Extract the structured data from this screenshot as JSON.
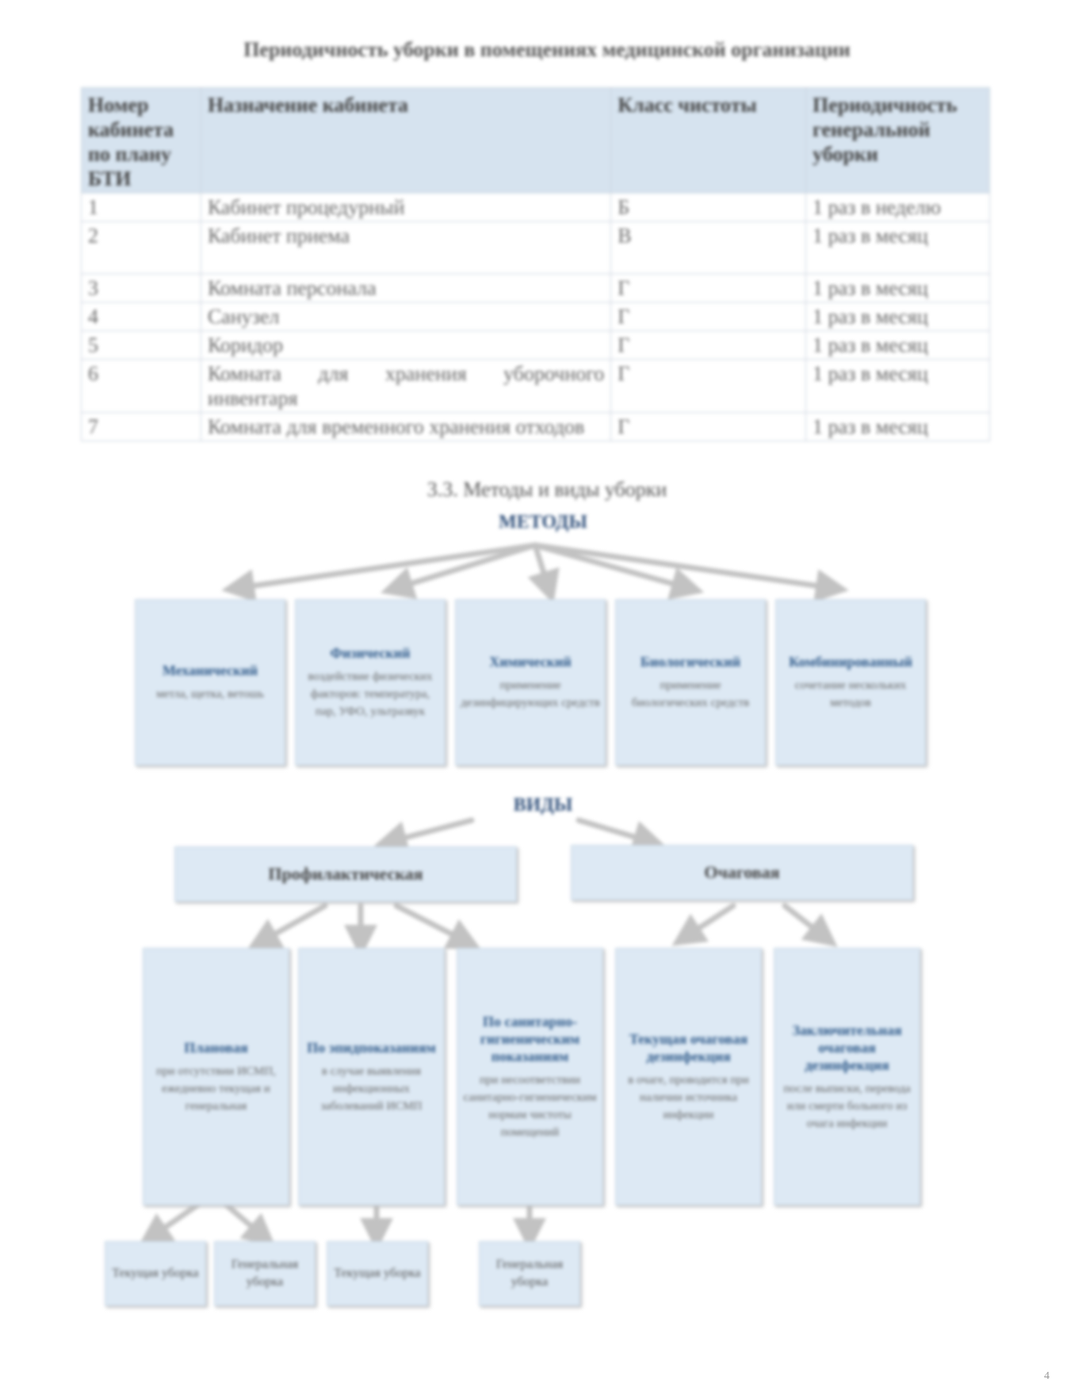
{
  "document": {
    "title": "Периодичность уборки в помещениях медицинской организации",
    "table": {
      "headers": [
        "Номер кабинета по плану БТИ",
        "Назначение кабинета",
        "Класс чистоты",
        "Периодичность генеральной уборки"
      ],
      "rows": [
        [
          "1",
          "Кабинет процедурный",
          "Б",
          "1 раз в неделю"
        ],
        [
          "2",
          "Кабинет приема",
          "В",
          "1 раз в месяц"
        ],
        [
          "3",
          "Комната персонала",
          "Г",
          "1 раз в месяц"
        ],
        [
          "4",
          "Санузел",
          "Г",
          "1 раз в месяц"
        ],
        [
          "5",
          "Коридор",
          "Г",
          "1 раз в месяц"
        ],
        [
          "6",
          "Комната для хранения уборочного инвентаря",
          "Г",
          "1 раз в месяц"
        ],
        [
          "7",
          "Комната для временного хранения отходов",
          "Г",
          "1 раз в месяц"
        ]
      ]
    },
    "section_title": "3.3. Методы и виды уборки",
    "methods": {
      "root_label": "МЕТОДЫ",
      "items": [
        {
          "title": "Механический",
          "text": "метла, щетка, ветошь"
        },
        {
          "title": "Физический",
          "text": "воздействие физических факторов: температура, пар, УФО, ультразвук"
        },
        {
          "title": "Химический",
          "text": "применение дезинфицирующих средств"
        },
        {
          "title": "Биологический",
          "text": "применение биологических средств"
        },
        {
          "title": "Комбинированный",
          "text": "сочетание нескольких методов"
        }
      ]
    },
    "types": {
      "root_label": "ВИДЫ",
      "groups": [
        {
          "label": "Профилактическая"
        },
        {
          "label": "Очаговая"
        }
      ],
      "items": [
        {
          "title": "Плановая",
          "text": "при отсутствии ИСМП, ежедневно текущая и генеральная"
        },
        {
          "title": "По эпидпоказаниям",
          "text": "в случае выявления инфекционных заболеваний ИСМП"
        },
        {
          "title": "По санитарно-гигиеническим показаниям",
          "text": "при несоответствии санитарно-гигиеническим нормам чистоты помещений"
        },
        {
          "title": "Текущая очаговая дезинфекция",
          "text": "в очаге, проводится при наличии источника инфекции"
        },
        {
          "title": "Заключительная очаговая дезинфекция",
          "text": "после выписки, перевода или смерти больного из очага инфекции"
        }
      ],
      "leaves": [
        {
          "label": "Текущая уборка"
        },
        {
          "label": "Генеральная уборка"
        },
        {
          "label": "Текущая уборка"
        },
        {
          "label": "Генеральная уборка"
        }
      ]
    },
    "page_number": "4"
  }
}
